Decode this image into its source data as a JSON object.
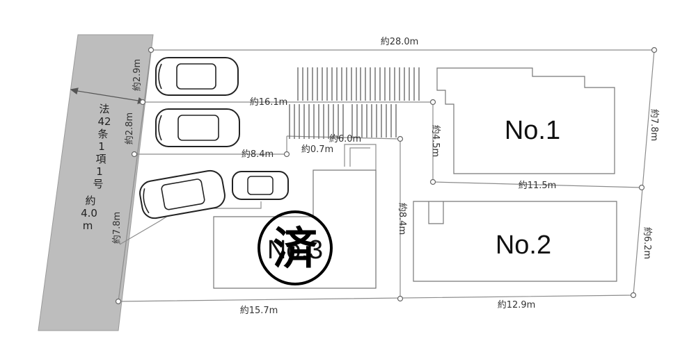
{
  "road": {
    "lines": [
      "法",
      "42",
      "条",
      "1",
      "項",
      "1",
      "号",
      "約",
      "4.0",
      "m"
    ]
  },
  "dimensions": {
    "top": "約28.0m",
    "left_top": "約2.9m",
    "left_mid": "約2.8m",
    "left_bottom": "約7.8m",
    "mid_horizontal": "約16.1m",
    "parking_front": "約8.4m",
    "gap": "約0.7m",
    "center_width": "約6.0m",
    "lot1_left": "約4.5m",
    "lot1_right": "約7.8m",
    "divider": "約11.5m",
    "center_vertical": "約8.4m",
    "right_bottom": "約6.2m",
    "bottom_left": "約15.7m",
    "bottom_right": "約12.9m"
  },
  "lots": {
    "lot1": "No.1",
    "lot2": "No.2",
    "lot3": "No.3"
  },
  "stamp": {
    "text": "済",
    "meaning_color": "#000000"
  },
  "colors": {
    "road_fill": "#bdbdbd",
    "line": "#888888",
    "vertex_fill": "#ffffff"
  }
}
